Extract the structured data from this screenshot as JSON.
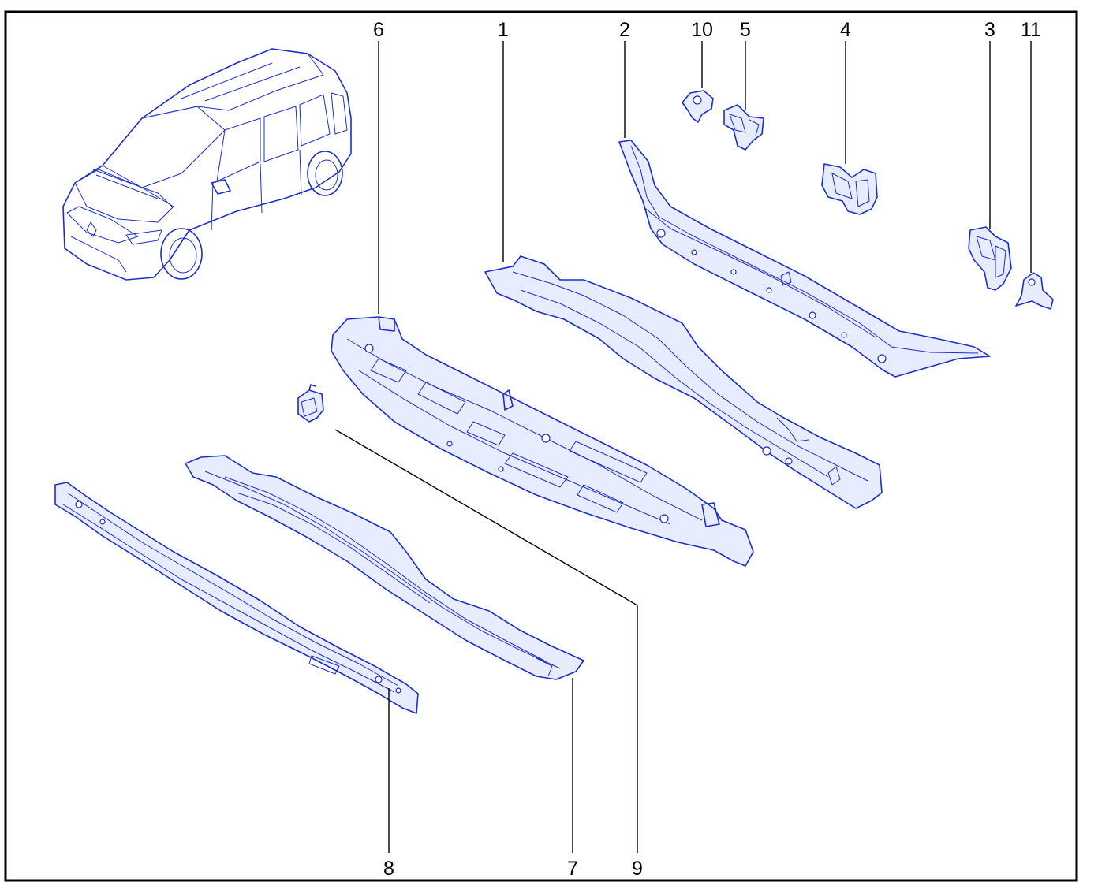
{
  "callouts": {
    "c1": "1",
    "c2": "2",
    "c3": "3",
    "c4": "4",
    "c5": "5",
    "c6": "6",
    "c7": "7",
    "c8": "8",
    "c9": "9",
    "c10": "10",
    "c11": "11"
  },
  "colors": {
    "line_art": "#1c2fc4",
    "frame": "#000000"
  }
}
